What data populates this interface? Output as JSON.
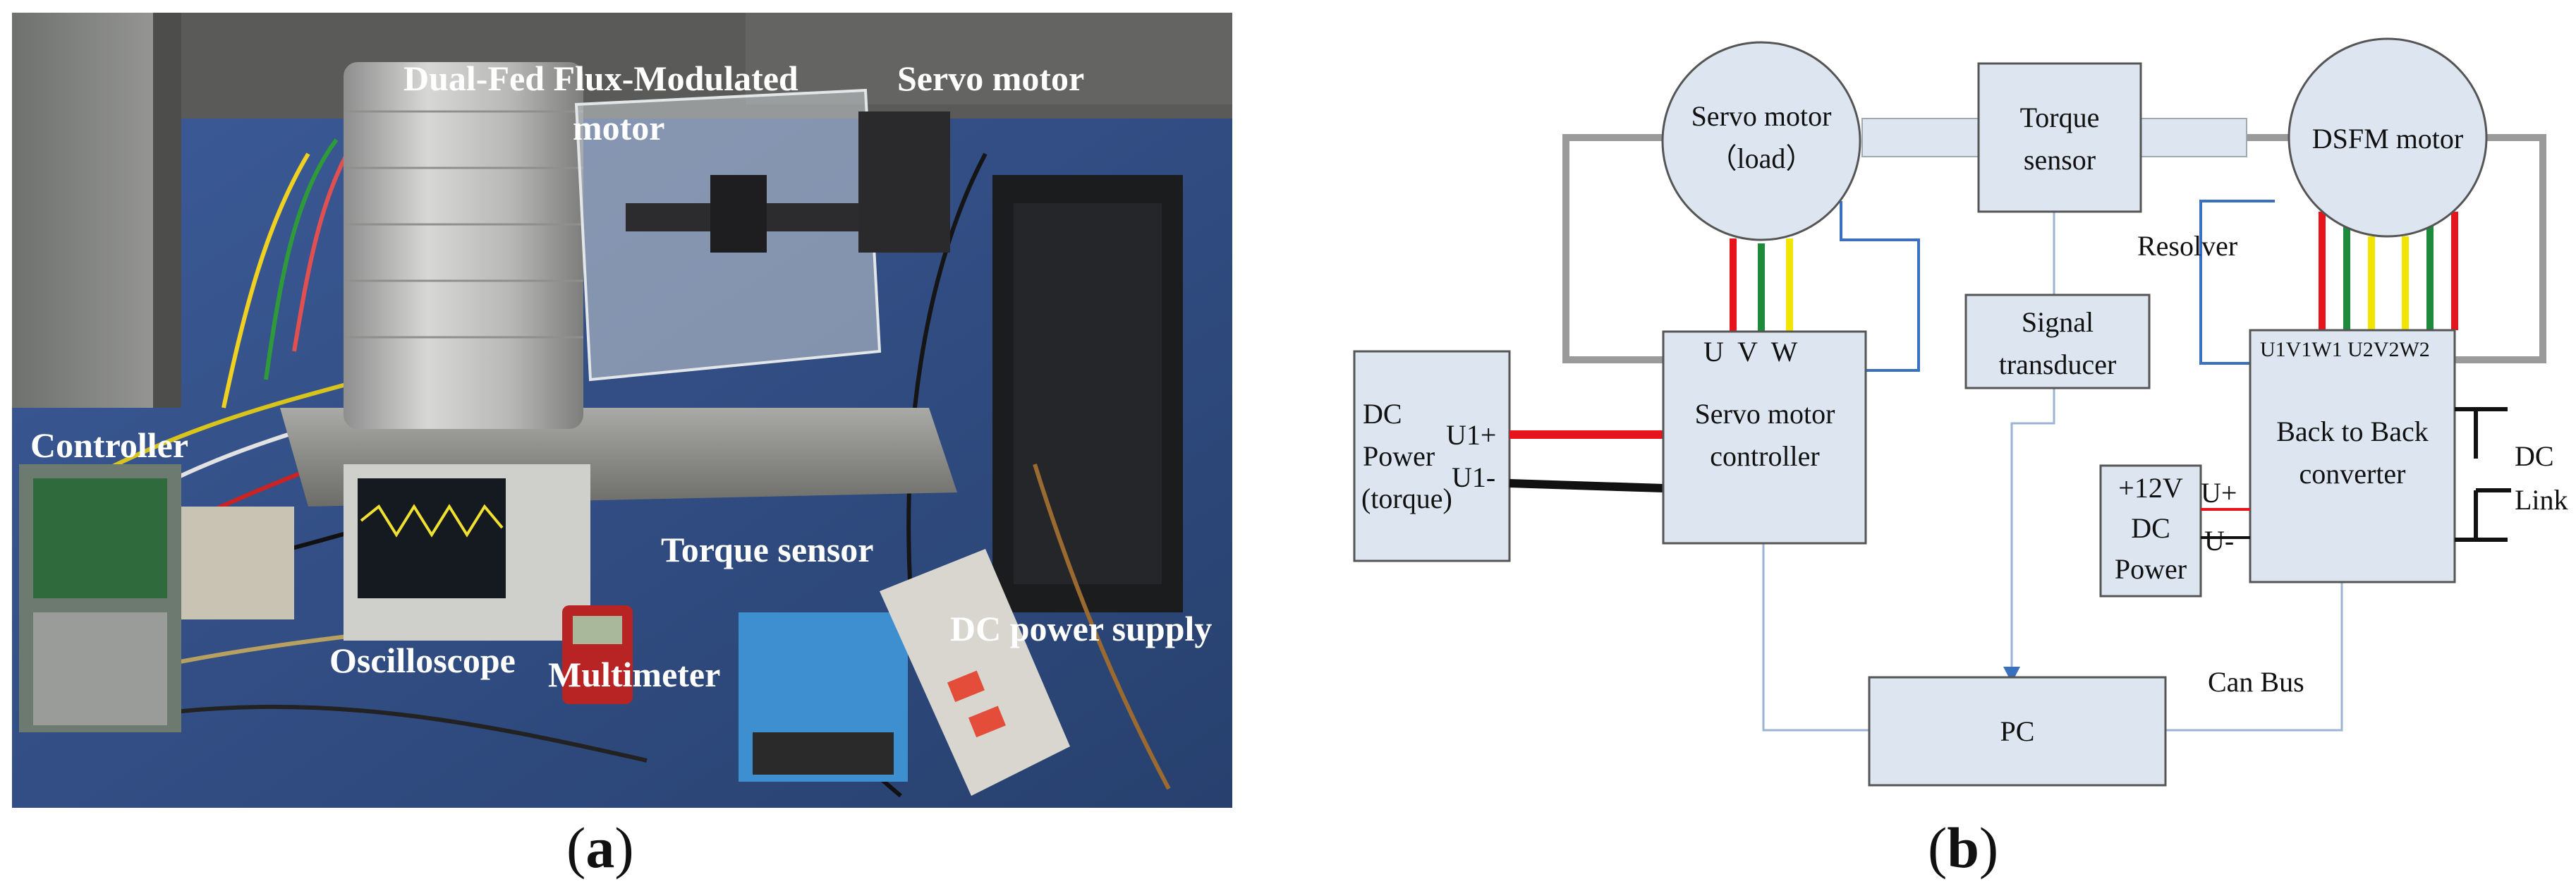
{
  "panel_a": {
    "caption": "a",
    "labels": {
      "motor_line1": "Dual-Fed Flux-Modulated",
      "motor_line2": "motor",
      "servo_motor": "Servo motor",
      "controller": "Controller",
      "torque_sensor": "Torque sensor",
      "oscilloscope": "Oscilloscope",
      "multimeter": "Multimeter",
      "dc_power_supply": "DC power supply"
    }
  },
  "panel_b": {
    "caption": "b",
    "blocks": {
      "servo_motor_line1": "Servo motor",
      "servo_motor_line2": "（load）",
      "torque_sensor_line1": "Torque",
      "torque_sensor_line2": "sensor",
      "dsfm_motor": "DSFM motor",
      "signal_transducer_line1": "Signal",
      "signal_transducer_line2": "transducer",
      "dc_power_line1": "DC",
      "dc_power_line2": "Power",
      "dc_power_line3": "(torque)",
      "servo_controller_line1": "Servo motor",
      "servo_controller_line2": "controller",
      "uvw": "U  V  W",
      "phase_labels": "U1V1W1 U2V2W2",
      "b2b_line1": "Back to Back",
      "b2b_line2": "converter",
      "dc12_line1": "+12V",
      "dc12_line2": "DC",
      "dc12_line3": "Power",
      "pc": "PC"
    },
    "labels": {
      "resolver": "Resolver",
      "can_bus": "Can Bus",
      "u1_plus": "U1+",
      "u1_minus": "U1-",
      "u_plus": "U+",
      "u_minus": "U-",
      "dc_link_line1": "DC",
      "dc_link_line2": "Link"
    },
    "colors": {
      "block_fill": "#dde6f0",
      "phase_red": "#e8141b",
      "phase_green": "#1e8a3c",
      "phase_yellow": "#f2e600",
      "signal_blue": "#3a70c0",
      "mech_gray": "#9a9a9a"
    }
  }
}
